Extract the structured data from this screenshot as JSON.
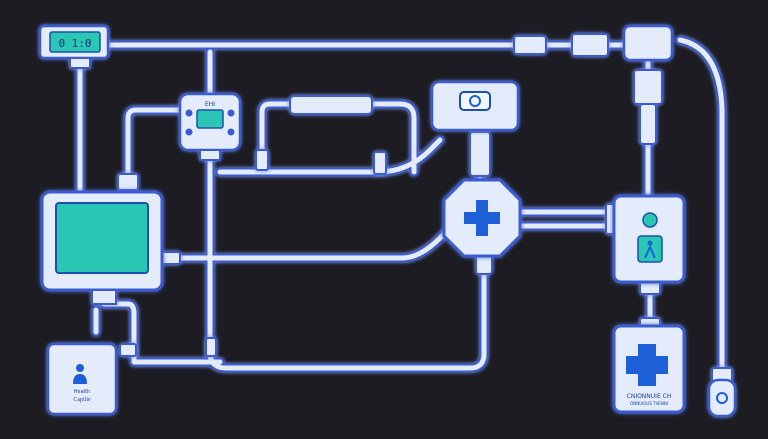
{
  "display": {
    "readout": "0 1:0"
  },
  "control_box": {
    "label": "EHI"
  },
  "person_card": {
    "line1": "Health",
    "line2": "Capilie"
  },
  "medkit": {
    "label_line1": "CNIONNUIE CH",
    "label_line2": "ONNUIOUS TVENNI"
  },
  "colors": {
    "background": "#1c1c22",
    "pipe": "#e4ecfb",
    "pipe_outline": "#3b5bd0",
    "glow": "#4a6cf0",
    "screen": "#2bc7b4",
    "cross": "#1a5fd6"
  }
}
